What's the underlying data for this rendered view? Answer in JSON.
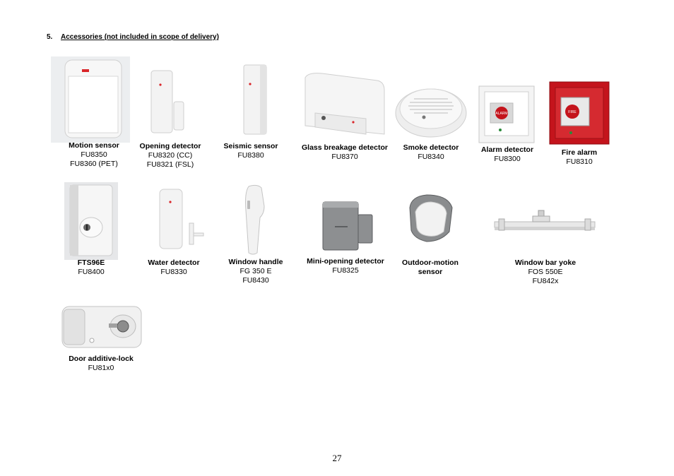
{
  "section": {
    "number": "5.",
    "title": "Accessories (not included in scope of delivery)"
  },
  "items": [
    {
      "name": "Motion sensor",
      "codes": [
        "FU8350",
        "FU8360 (PET)"
      ],
      "icon": "motion-sensor-icon"
    },
    {
      "name": "Opening detector",
      "codes": [
        "FU8320  (CC)",
        "FU8321 (FSL)"
      ],
      "icon": "opening-detector-icon"
    },
    {
      "name": "Seismic sensor",
      "codes": [
        "FU8380"
      ],
      "icon": "seismic-sensor-icon"
    },
    {
      "name": "Glass breakage detector",
      "codes": [
        "FU8370"
      ],
      "icon": "glass-breakage-detector-icon"
    },
    {
      "name": "Smoke detector",
      "codes": [
        "FU8340"
      ],
      "icon": "smoke-detector-icon"
    },
    {
      "name": "Alarm detector",
      "codes": [
        "FU8300"
      ],
      "icon": "alarm-detector-icon"
    },
    {
      "name": "Fire alarm",
      "codes": [
        "FU8310"
      ],
      "icon": "fire-alarm-icon"
    },
    {
      "name": "FTS96E",
      "codes": [
        "FU8400"
      ],
      "icon": "fts96e-lock-icon"
    },
    {
      "name": "Water detector",
      "codes": [
        "FU8330"
      ],
      "icon": "water-detector-icon"
    },
    {
      "name": "Window handle",
      "codes": [
        "FG 350 E",
        "FU8430"
      ],
      "icon": "window-handle-icon"
    },
    {
      "name": "Mini-opening detector",
      "codes": [
        "FU8325"
      ],
      "icon": "mini-opening-detector-icon"
    },
    {
      "name": "Outdoor-motion sensor",
      "name_lines": [
        "Outdoor-motion",
        "sensor"
      ],
      "codes": [],
      "icon": "outdoor-motion-sensor-icon"
    },
    {
      "name": "Window bar yoke",
      "codes": [
        "FOS 550E",
        "FU842x"
      ],
      "icon": "window-bar-yoke-icon"
    },
    {
      "name": "Door additive-lock",
      "codes": [
        "FU81x0"
      ],
      "icon": "door-additive-lock-icon"
    }
  ],
  "device_labels": {
    "alarm_button": "ALARM",
    "fire_button": "FIRE"
  },
  "colors": {
    "fire_red": "#c4141c",
    "led_red": "#d9262a",
    "device_white": "#f1f1f1"
  },
  "page_number": "27"
}
